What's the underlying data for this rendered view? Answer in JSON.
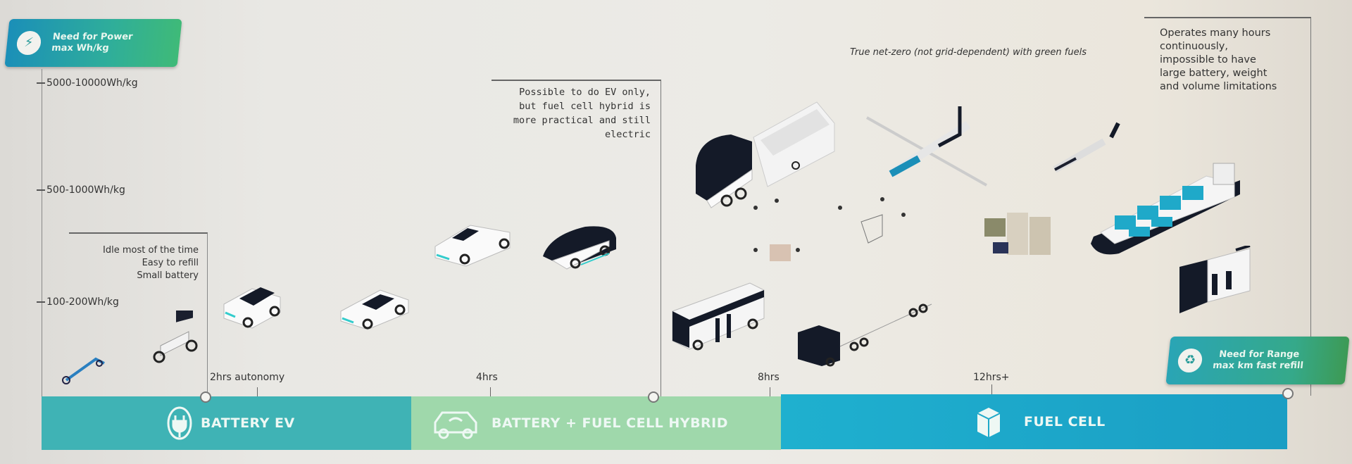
{
  "power_badge": {
    "title": "Need for Power",
    "subtitle": "max Wh/kg",
    "icon": "lightning-icon"
  },
  "range_badge": {
    "title": "Need for Range",
    "subtitle": "max km fast refill",
    "icon": "plug-leaf-icon"
  },
  "y_axis": {
    "labels": [
      "5000-10000Wh/kg",
      "500-1000Wh/kg",
      "100-200Wh/kg"
    ]
  },
  "notes": {
    "idle": [
      "Idle most of the time",
      "Easy to refill",
      "Small battery"
    ],
    "ev_only": [
      "Possible to do EV only,",
      "but fuel cell hybrid is",
      "more practical and still",
      "electric"
    ],
    "net_zero": "True net-zero (not grid-dependent) with green fuels",
    "operates": [
      "Operates many hours",
      "continuously,",
      "impossible to have",
      "large battery, weight",
      "and volume limitations"
    ]
  },
  "x_axis": {
    "labels": [
      "2hrs autonomy",
      "4hrs",
      "8hrs",
      "12hrs+"
    ]
  },
  "segments": [
    {
      "label": "BATTERY EV",
      "color": "#3fb3b5"
    },
    {
      "label": "BATTERY + FUEL CELL HYBRID",
      "color": "#9fd8ab"
    },
    {
      "label": "FUEL CELL",
      "color": "#1fa9c9"
    }
  ]
}
